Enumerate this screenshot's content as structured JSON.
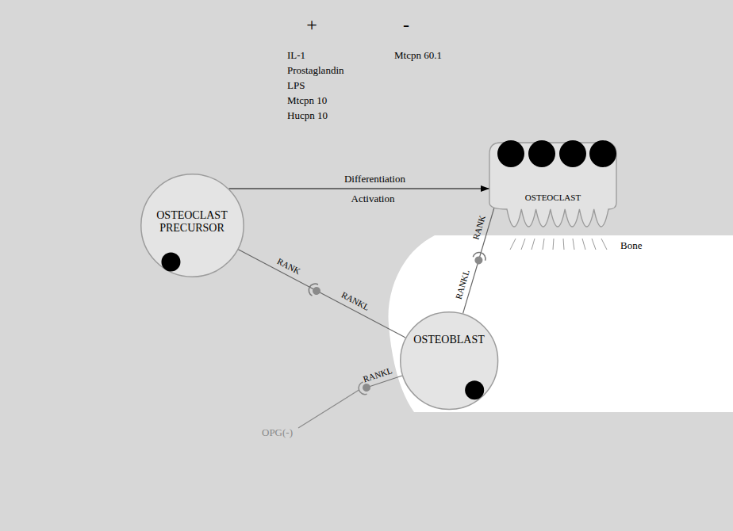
{
  "diagram": {
    "nodes": [
      {
        "text": [
          "OSTEOCLAST PRECURSOR"
        ]
      },
      {
        "text": [
          "OSTEOCLAST"
        ]
      },
      {
        "text": [
          "OSTEOBLAST"
        ]
      }
    ],
    "edges": [
      {
        "from": 0,
        "to": 1,
        "arrow": "to",
        "label": "Differentiation"
      },
      {
        "from": 0,
        "to": 2,
        "arrow": "none"
      },
      {
        "from": 2,
        "to": 1,
        "arrow": "none"
      }
    ],
    "labels": [
      "+",
      "-",
      "IL-1",
      "Prostaglandin",
      "LPS",
      "Mtcpn 10",
      "Hucpn 10",
      "Mtcpn 60.1",
      "Activation",
      "Bone",
      "RANK",
      "RANKL",
      "RANK",
      "RANKL",
      "RANKL",
      "OPG(-)"
    ]
  }
}
